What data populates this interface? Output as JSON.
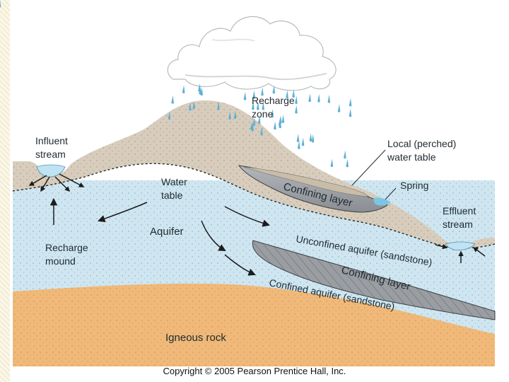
{
  "labels": {
    "recharge_zone": [
      "Recharge",
      "zone"
    ],
    "influent_stream": [
      "Influent",
      "stream"
    ],
    "local_perched_water_table": [
      "Local (perched)",
      "water table"
    ],
    "spring": "Spring",
    "water_table": [
      "Water",
      "table"
    ],
    "confining_layer_upper": "Confining layer",
    "effluent_stream": [
      "Effluent",
      "stream"
    ],
    "aquifer": "Aquifer",
    "recharge_mound": [
      "Recharge",
      "mound"
    ],
    "unconfined_aquifer": "Unconfined aquifer (sandstone)",
    "confining_layer_lower": "Confining layer",
    "confined_aquifer": "Confined aquifer (sandstone)",
    "igneous_rock": "Igneous rock"
  },
  "copyright": "Copyright © 2005 Pearson Prentice Hall, Inc.",
  "colors": {
    "aquifer": "#cfe6f1",
    "surface_soil": "#d8cdbc",
    "bedrock": "#f0b979",
    "confining_layer": "#9a9ea3",
    "perched_water": "#c9bda8",
    "stream_water": "#bfe3f3",
    "rain": "#5fb0d6"
  },
  "icons": [
    "cloud-icon",
    "rain-drop-icon",
    "flow-arrow-icon"
  ]
}
